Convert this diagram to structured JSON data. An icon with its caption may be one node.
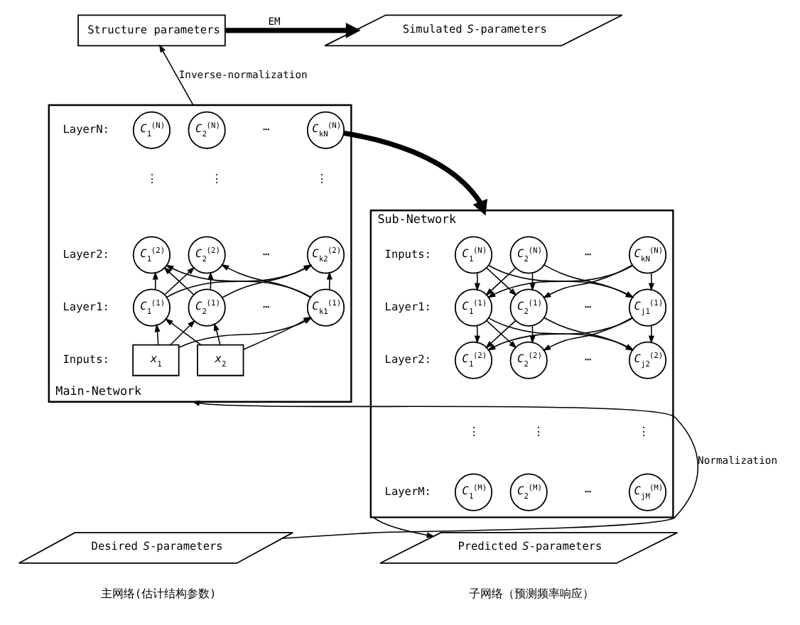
{
  "diagram": {
    "nodes": [
      {
        "text": [
          "Structure parameters"
        ]
      },
      {
        "text": [
          "Simulated *S*-parameters"
        ]
      },
      {
        "text": [
          "Main-Network"
        ]
      },
      {
        "text": [
          "*C*$_{1}$$^{(N)}$"
        ],
        "in": 2
      },
      {
        "text": [
          "*C*$_{2}$$^{(N)}$"
        ],
        "in": 2
      },
      {
        "text": [
          "*C*$_{kN}$$^{(N)}$"
        ],
        "in": 2
      },
      {
        "text": [
          "*C*$_{1}$$^{(2)}$"
        ],
        "in": 2
      },
      {
        "text": [
          "*C*$_{2}$$^{(2)}$"
        ],
        "in": 2
      },
      {
        "text": [
          "*C*$_{k2}$$^{(2)}$"
        ],
        "in": 2
      },
      {
        "text": [
          "*C*$_{1}$$^{(1)}$"
        ],
        "in": 2
      },
      {
        "text": [
          "*C*$_{2}$$^{(1)}$"
        ],
        "in": 2
      },
      {
        "text": [
          "*C*$_{k1}$$^{(1)}$"
        ],
        "in": 2
      },
      {
        "text": [
          "*x*$_{1}$"
        ],
        "in": 2
      },
      {
        "text": [
          "*x*$_{2}$"
        ],
        "in": 2
      },
      {
        "text": [
          "Sub-Network"
        ]
      },
      {
        "text": [
          "*C*$_{1}$$^{(N)}$"
        ],
        "in": 14
      },
      {
        "text": [
          "*C*$_{2}$$^{(N)}$"
        ],
        "in": 14
      },
      {
        "text": [
          "*C*$_{kN}$$^{(N)}$"
        ],
        "in": 14
      },
      {
        "text": [
          "*C*$_{1}$$^{(1)}$"
        ],
        "in": 14
      },
      {
        "text": [
          "*C*$_{2}$$^{(1)}$"
        ],
        "in": 14
      },
      {
        "text": [
          "*C*$_{j1}$$^{(1)}$"
        ],
        "in": 14
      },
      {
        "text": [
          "*C*$_{1}$$^{(2)}$"
        ],
        "in": 14
      },
      {
        "text": [
          "*C*$_{2}$$^{(2)}$"
        ],
        "in": 14
      },
      {
        "text": [
          "*C*$_{j2}$$^{(2)}$"
        ],
        "in": 14
      },
      {
        "text": [
          "*C*$_{1}$$^{(M)}$"
        ],
        "in": 14
      },
      {
        "text": [
          "*C*$_{2}$$^{(M)}$"
        ],
        "in": 14
      },
      {
        "text": [
          "*C*$_{jM}$$^{(M)}$"
        ],
        "in": 14
      },
      {
        "text": [
          "Desired *S*-parameters"
        ]
      },
      {
        "text": [
          "Predicted *S*-parameters"
        ]
      }
    ],
    "edges": [
      {
        "from": 0,
        "to": 1,
        "arrow": "to",
        "label": "EM",
        "style": "thick"
      },
      {
        "from": 2,
        "to": 0,
        "arrow": "to",
        "label": "Inverse-normalization"
      },
      {
        "from": 5,
        "to": 14,
        "arrow": "to",
        "style": "thick"
      },
      {
        "from": 12,
        "to": 9,
        "arrow": "to"
      },
      {
        "from": 12,
        "to": 10,
        "arrow": "to"
      },
      {
        "from": 12,
        "to": 11,
        "arrow": "to"
      },
      {
        "from": 13,
        "to": 9,
        "arrow": "to"
      },
      {
        "from": 13,
        "to": 10,
        "arrow": "to"
      },
      {
        "from": 13,
        "to": 11,
        "arrow": "to"
      },
      {
        "from": 9,
        "to": 6,
        "arrow": "to"
      },
      {
        "from": 9,
        "to": 7,
        "arrow": "to"
      },
      {
        "from": 9,
        "to": 8,
        "arrow": "to"
      },
      {
        "from": 10,
        "to": 6,
        "arrow": "to"
      },
      {
        "from": 10,
        "to": 7,
        "arrow": "to"
      },
      {
        "from": 10,
        "to": 8,
        "arrow": "to"
      },
      {
        "from": 11,
        "to": 6,
        "arrow": "to"
      },
      {
        "from": 11,
        "to": 7,
        "arrow": "to"
      },
      {
        "from": 11,
        "to": 8,
        "arrow": "to"
      },
      {
        "from": 27,
        "to": 2,
        "arrow": "to",
        "label": "Normalization"
      },
      {
        "from": 15,
        "to": 18,
        "arrow": "to"
      },
      {
        "from": 15,
        "to": 19,
        "arrow": "to"
      },
      {
        "from": 15,
        "to": 20,
        "arrow": "to"
      },
      {
        "from": 16,
        "to": 18,
        "arrow": "to"
      },
      {
        "from": 16,
        "to": 19,
        "arrow": "to"
      },
      {
        "from": 16,
        "to": 20,
        "arrow": "to"
      },
      {
        "from": 17,
        "to": 18,
        "arrow": "to"
      },
      {
        "from": 17,
        "to": 19,
        "arrow": "to"
      },
      {
        "from": 17,
        "to": 20,
        "arrow": "to"
      },
      {
        "from": 18,
        "to": 21,
        "arrow": "to"
      },
      {
        "from": 18,
        "to": 22,
        "arrow": "to"
      },
      {
        "from": 18,
        "to": 23,
        "arrow": "to"
      },
      {
        "from": 19,
        "to": 21,
        "arrow": "to"
      },
      {
        "from": 19,
        "to": 22,
        "arrow": "to"
      },
      {
        "from": 19,
        "to": 23,
        "arrow": "to"
      },
      {
        "from": 20,
        "to": 21,
        "arrow": "to"
      },
      {
        "from": 20,
        "to": 22,
        "arrow": "to"
      },
      {
        "from": 20,
        "to": 23,
        "arrow": "to"
      },
      {
        "from": 14,
        "to": 28,
        "arrow": "to"
      }
    ],
    "labels": [
      "LayerN:",
      "⋯",
      "⋮",
      "⋮",
      "⋮",
      "Layer2:",
      "⋯",
      "Layer1:",
      "⋯",
      "Inputs:",
      "Inputs:",
      "⋯",
      "Layer1:",
      "⋯",
      "Layer2:",
      "⋯",
      "⋮",
      "⋮",
      "⋮",
      "LayerM:",
      "⋯",
      "主网络(估计结构参数)",
      "子网络（预测频率响应）"
    ]
  }
}
